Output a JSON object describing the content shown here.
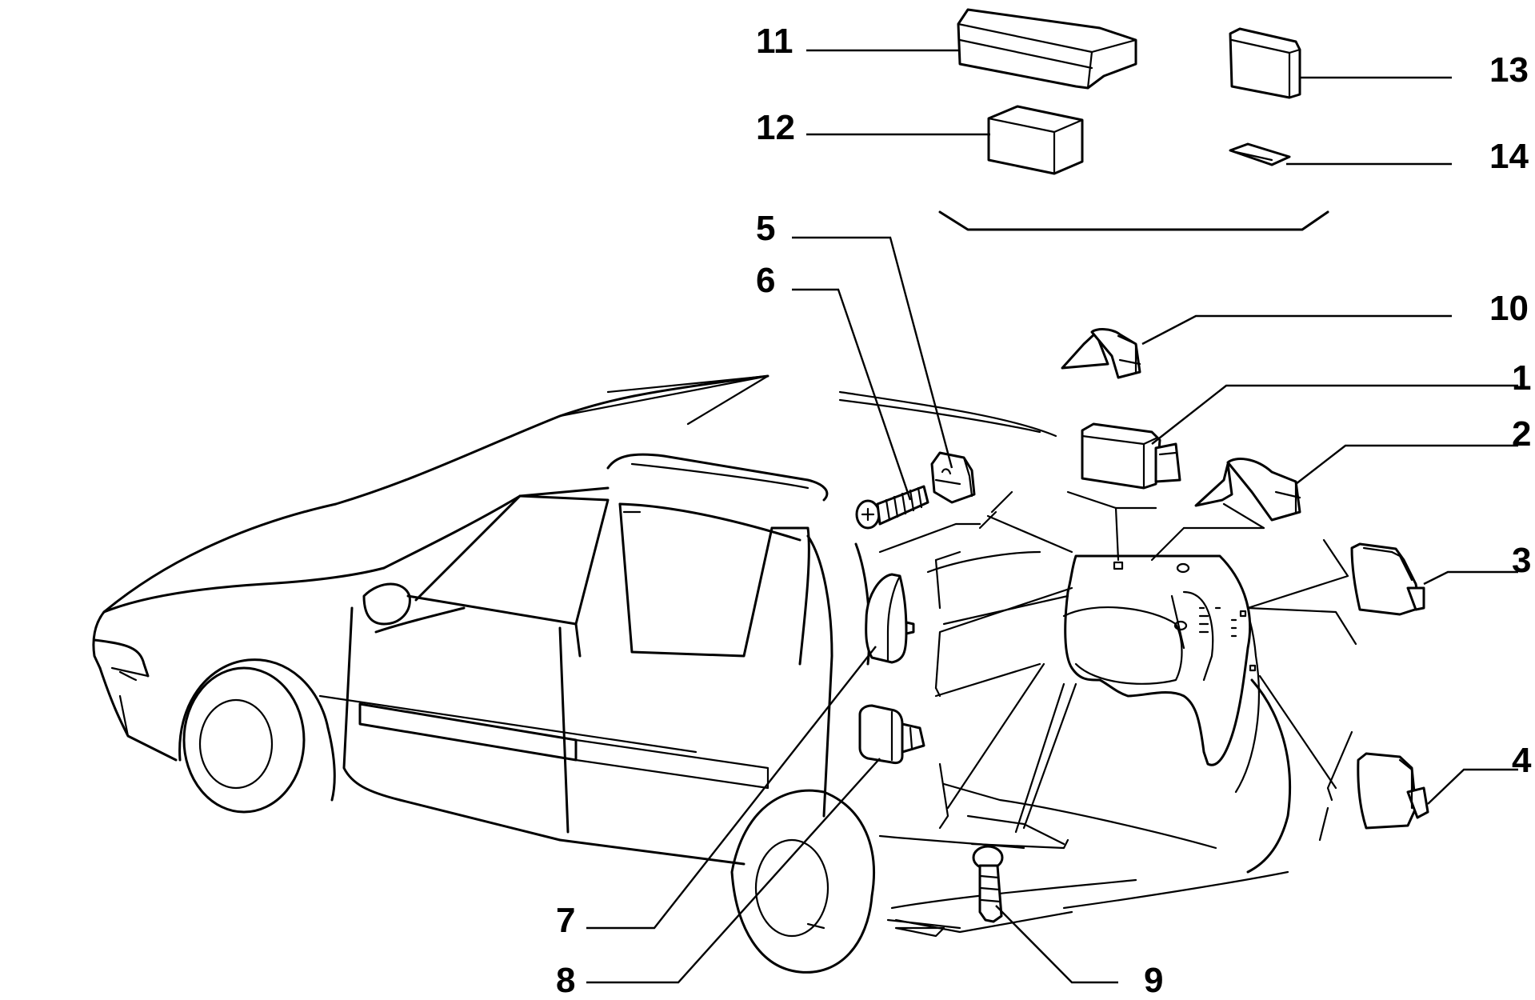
{
  "callouts": [
    {
      "id": "1",
      "text": "1"
    },
    {
      "id": "2",
      "text": "2"
    },
    {
      "id": "3",
      "text": "3"
    },
    {
      "id": "4",
      "text": "4"
    },
    {
      "id": "5",
      "text": "5"
    },
    {
      "id": "6",
      "text": "6"
    },
    {
      "id": "7",
      "text": "7"
    },
    {
      "id": "8",
      "text": "8"
    },
    {
      "id": "9",
      "text": "9"
    },
    {
      "id": "10",
      "text": "10"
    },
    {
      "id": "11",
      "text": "11"
    },
    {
      "id": "12",
      "text": "12"
    },
    {
      "id": "13",
      "text": "13"
    },
    {
      "id": "14",
      "text": "14"
    }
  ],
  "colors": {
    "line": "#000000",
    "background": "#ffffff"
  }
}
